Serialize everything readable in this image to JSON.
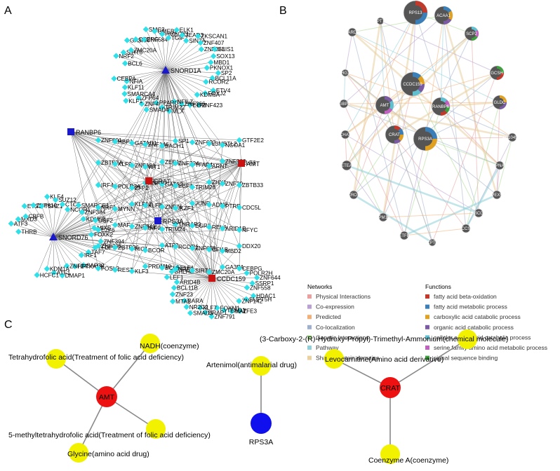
{
  "panels": [
    "A",
    "B",
    "C"
  ],
  "panelA": {
    "hubs": [
      {
        "label": "SNORD1A",
        "shape": "triangle",
        "color": "#1a1acc"
      },
      {
        "label": "SNORD76",
        "shape": "triangle",
        "color": "#1a1acc"
      },
      {
        "label": "RANBP6",
        "shape": "square",
        "color": "#1a1acc"
      },
      {
        "label": "RPS3A",
        "shape": "square",
        "color": "#1a1acc"
      },
      {
        "label": "CRAT",
        "shape": "square",
        "color": "#cc1111"
      },
      {
        "label": "AMT",
        "shape": "square",
        "color": "#cc1111"
      },
      {
        "label": "CCDC159",
        "shape": "square",
        "color": "#cc1111"
      }
    ],
    "leaf_labels": [
      "BCL6",
      "NRF2",
      "SIRT6",
      "ZMC20A",
      "GA3PA",
      "CEBPG",
      "ZNF584",
      "SMC3",
      "GMEB2",
      "HMBOX1",
      "TGIF2",
      "ELK1",
      "TEAD3",
      "SIN3A",
      "ZKSCAN1",
      "ZNF407",
      "ZNF263",
      "GLIS1",
      "SOX13",
      "MBD1",
      "PKNOX1",
      "SP2",
      "BCL11A",
      "RCOR2",
      "ETV4",
      "FOXJ2",
      "KDM5A",
      "ZNF423",
      "ELF3",
      "ZNF366",
      "NFILZ",
      "MLX",
      "TRIM22",
      "PPARG",
      "SMAD4",
      "ZNF4",
      "ZFP64",
      "KLF1",
      "SMARCA4",
      "KLF11",
      "NFIA",
      "CEBPA",
      "THRB",
      "ATF3",
      "MXD3",
      "CBFB",
      "ETS1",
      "ZNF610",
      "TSHZ1",
      "KLF4",
      "SUZ12",
      "CTCF",
      "NCOR1",
      "SMARCE1",
      "ZNF384",
      "KDM5B",
      "USF2",
      "MIXS",
      "FOXK2",
      "ZNF394",
      "TFDP1",
      "TAF7",
      "IRF1",
      "SAP30",
      "HFTXANK",
      "ZNF24",
      "DMAP1",
      "ATF1",
      "KDM1A",
      "HCFC1",
      "POLR2H",
      "ZNF644",
      "SSRP1",
      "ZNF558",
      "HDAC1",
      "SUPT5H",
      "ZNF142",
      "TFE3",
      "MAZ",
      "TEAD1",
      "FOXM1",
      "ZNF791",
      "DRAP1",
      "KLF7",
      "SMAD5",
      "NR2C2",
      "RARA",
      "MTA1",
      "ZNF23",
      "BCL11B",
      "ARID4B",
      "LEF1",
      "BHLHE",
      "ELF1",
      "ZNF801",
      "HBP1",
      "GATAD1",
      "ZNF146",
      "BACH1",
      "SP1",
      "ZNF623",
      "L3MBTL2",
      "NCOA1",
      "GTF2E2",
      "ZBTB7A",
      "KLF9",
      "ZNF101",
      "WT1",
      "ZEB1",
      "ZNF324",
      "TFAP4",
      "ARNT",
      "ZNF580",
      "KLF6",
      "IRF4",
      "POLR2A",
      "ZFP2",
      "RNF2",
      "GATA2",
      "EBF1",
      "TRIM28",
      "ZHX1",
      "ZNF20",
      "ZBTB33",
      "NRF1",
      "MYNN",
      "KLF13",
      "KLF8",
      "ZNF76",
      "IKZF1",
      "JUND",
      "ADNP",
      "PTRF",
      "CDC5L",
      "E2F6",
      "MAF",
      "ZNF341",
      "IRF9",
      "TRIM24",
      "THRAP3",
      "EGR1",
      "RELA",
      "ARID1B",
      "NFYC",
      "ZNF335",
      "ZBTB26",
      "HIC1",
      "BCOR",
      "ATF2",
      "RCOR1",
      "ZNF639",
      "CFI1B",
      "MBD2",
      "DDX20",
      "FOSL2",
      "REST",
      "KLF3",
      "PRDM10"
    ]
  },
  "panelB": {
    "gene_nodes": [
      "RPS13",
      "ACAA1",
      "KPT18",
      "SARDH",
      "SCP2",
      "THG1L",
      "GCSH",
      "IGBP1",
      "CCDC159",
      "GLDC",
      "AMT",
      "RANBP6",
      "CHAT",
      "AC104534",
      "CRAT",
      "RPS3A",
      "ETEA",
      "KPNA5",
      "CROT",
      "PEX5",
      "PPM1G",
      "ETFB",
      "CPT2",
      "CCS",
      "ABCG8"
    ],
    "networks_title": "Networks",
    "networks": [
      {
        "label": "Physical Interactions",
        "color": "#e8a0a0"
      },
      {
        "label": "Co-expression",
        "color": "#b8a0d0"
      },
      {
        "label": "Predicted",
        "color": "#f2b078"
      },
      {
        "label": "Co-localization",
        "color": "#a0b0cc"
      },
      {
        "label": "Genetic Interactions",
        "color": "#a8d890"
      },
      {
        "label": "Pathway",
        "color": "#90d0d8"
      },
      {
        "label": "Shared protein domains",
        "color": "#e8d0a0"
      }
    ],
    "functions_title": "Functions",
    "functions": [
      {
        "label": "fatty acid beta-oxidation",
        "color": "#c0392b"
      },
      {
        "label": "fatty acid metabolic process",
        "color": "#3a7fb8"
      },
      {
        "label": "carboxylic acid catabolic process",
        "color": "#e0a020"
      },
      {
        "label": "organic acid catabolic process",
        "color": "#7a5aa0"
      },
      {
        "label": "cellular amino acid catabolic process",
        "color": "#60c0d0"
      },
      {
        "label": "serine family amino acid metabolic process",
        "color": "#c060c0"
      },
      {
        "label": "signal sequence binding",
        "color": "#40a040"
      }
    ]
  },
  "panelC": {
    "networks": [
      {
        "hub": {
          "label": "AMT",
          "color": "#ee1111"
        },
        "drugs": [
          "NADH(coenzyme)",
          "Tetrahydrofolic acid(Treatment of folic acid deficiency)",
          "5-methyltetrahydrofolic acid(Treatment of folic acid deficiency)",
          "Glycine(amino acid drug)"
        ]
      },
      {
        "hub": {
          "label": "RPS3A",
          "color": "#1010ee"
        },
        "drugs": [
          "Artenimol(antimalarial drug)"
        ]
      },
      {
        "hub": {
          "label": "CRAT",
          "color": "#ee1111"
        },
        "drugs": [
          "(3-Carboxy-2-(R)-Hydroxy-Propyl)-Trimethyl-Ammonium(chemical molecule)",
          "Levocarnitine(Amino acid derivative)",
          "Coenzyme A(coenzyme)"
        ]
      }
    ],
    "drug_color": "#f2f200"
  }
}
